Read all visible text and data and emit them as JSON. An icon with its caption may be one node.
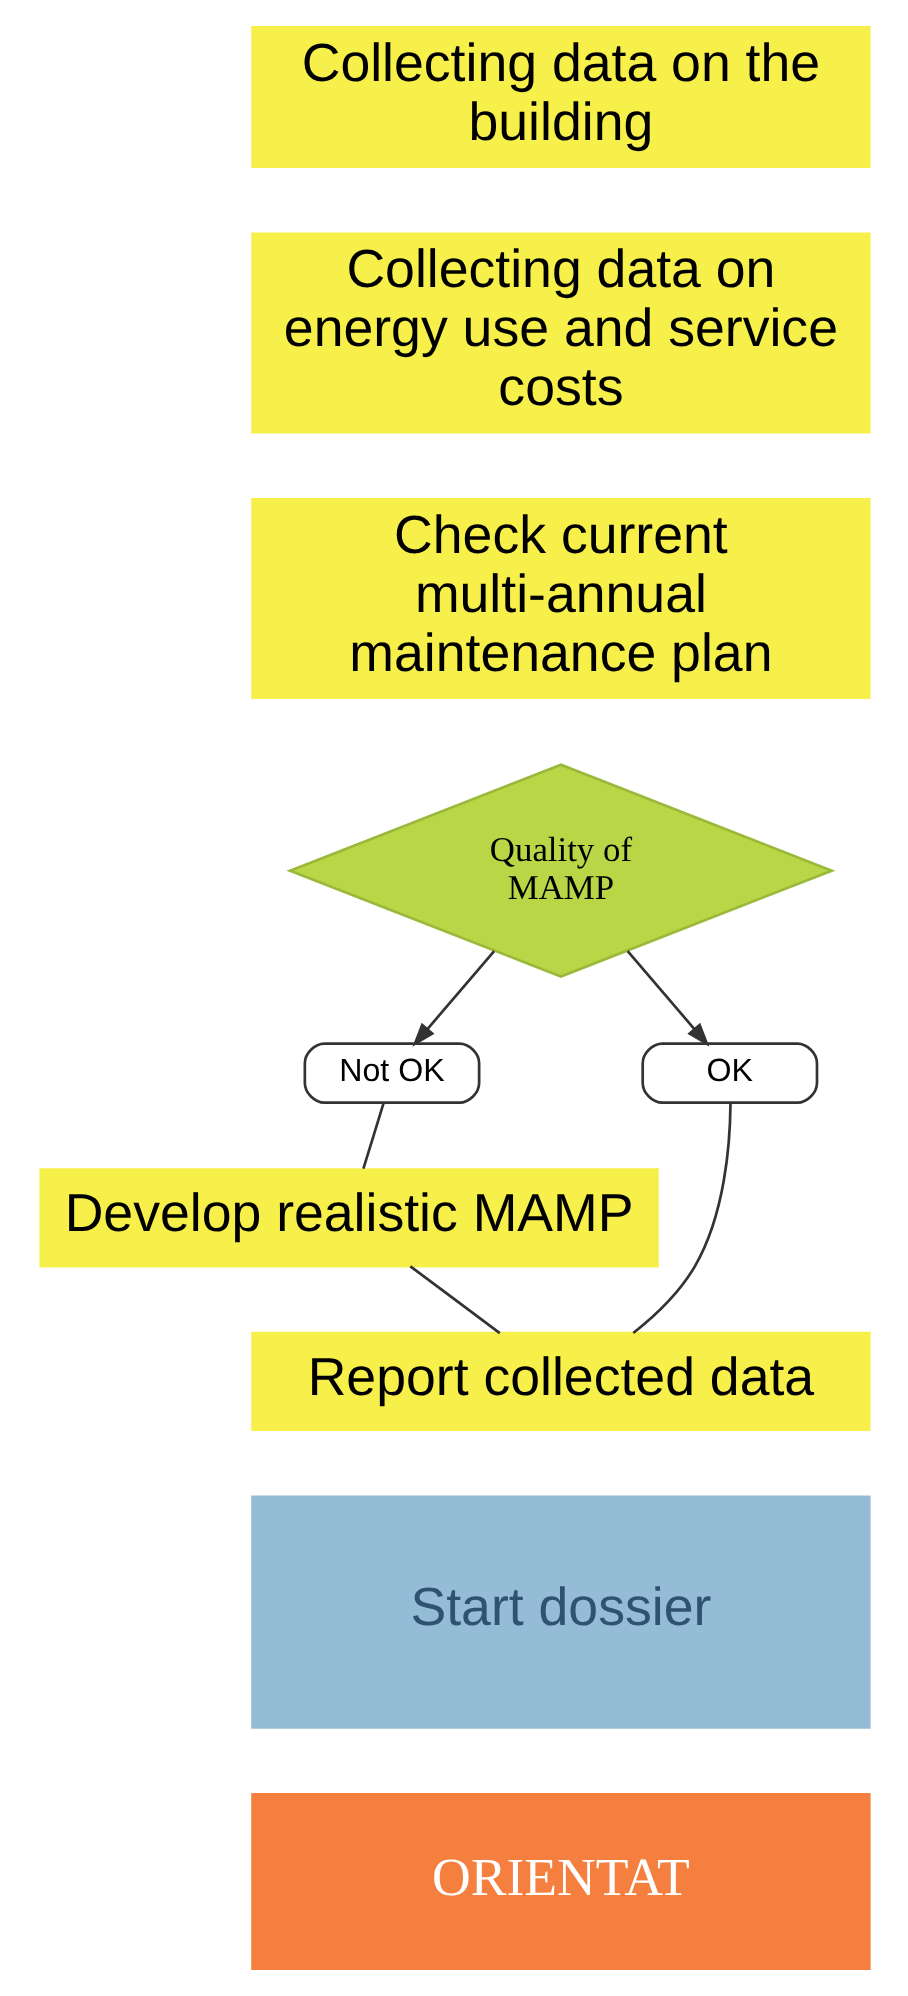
{
  "diagram": {
    "nodes": [
      {
        "text": [
          "Collecting data on the building"
        ]
      },
      {
        "text": [
          "Collecting data on energy use and service costs"
        ]
      },
      {
        "text": [
          "Check current multi-annual maintenance plan"
        ]
      },
      {
        "text": [
          "Quality of MAMP"
        ]
      },
      {
        "text": [
          "Not OK"
        ]
      },
      {
        "text": [
          "OK"
        ]
      },
      {
        "text": [
          "Develop realistic MAMP"
        ]
      },
      {
        "text": [
          "Report collected data"
        ]
      },
      {
        "text": [
          "Start dossier"
        ]
      },
      {
        "text": [
          "ORIENTAT"
        ]
      }
    ],
    "edges": [
      {
        "from": 3,
        "to": 4,
        "arrow": "to"
      },
      {
        "from": 3,
        "to": 5,
        "arrow": "to"
      },
      {
        "from": 4,
        "to": 6,
        "arrow": "none"
      },
      {
        "from": 6,
        "to": 7,
        "arrow": "none"
      },
      {
        "from": 5,
        "to": 7,
        "arrow": "none"
      }
    ]
  }
}
